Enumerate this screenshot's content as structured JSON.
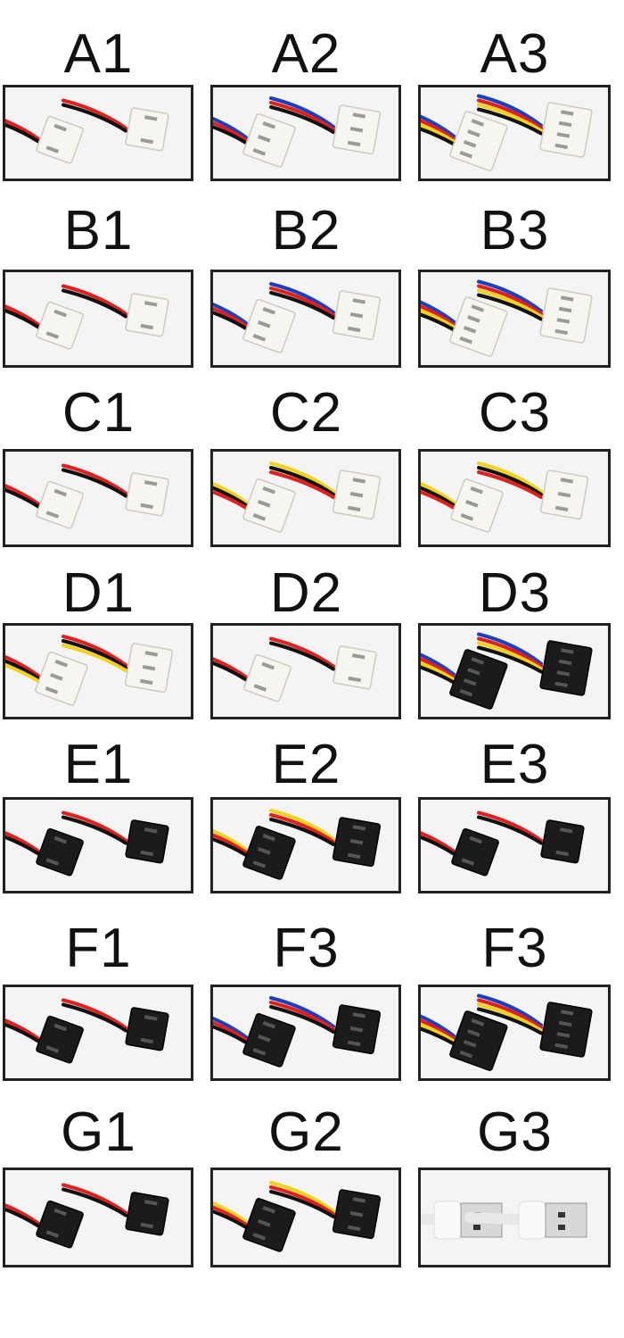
{
  "cells": [
    {
      "label": "A1",
      "wires": [
        "#e0201e",
        "#111111"
      ],
      "color": "white",
      "pins": 2
    },
    {
      "label": "A2",
      "wires": [
        "#1c3fbf",
        "#e0201e",
        "#111111"
      ],
      "color": "white",
      "pins": 3
    },
    {
      "label": "A3",
      "wires": [
        "#1c3fbf",
        "#e0201e",
        "#f2d21c",
        "#111111"
      ],
      "color": "white",
      "pins": 4
    },
    {
      "label": "B1",
      "wires": [
        "#e0201e",
        "#111111"
      ],
      "color": "white",
      "pins": 2
    },
    {
      "label": "B2",
      "wires": [
        "#1c3fbf",
        "#e0201e",
        "#111111"
      ],
      "color": "white",
      "pins": 3
    },
    {
      "label": "B3",
      "wires": [
        "#1c3fbf",
        "#e0201e",
        "#f2d21c",
        "#111111"
      ],
      "color": "white",
      "pins": 4
    },
    {
      "label": "C1",
      "wires": [
        "#e0201e",
        "#111111"
      ],
      "color": "white",
      "pins": 2
    },
    {
      "label": "C2",
      "wires": [
        "#f2d21c",
        "#111111",
        "#e0201e"
      ],
      "color": "white",
      "pins": 3
    },
    {
      "label": "C3",
      "wires": [
        "#f2d21c",
        "#111111",
        "#e0201e"
      ],
      "color": "white",
      "pins": 3
    },
    {
      "label": "D1",
      "wires": [
        "#e0201e",
        "#111111",
        "#f2d21c"
      ],
      "color": "white",
      "pins": 3
    },
    {
      "label": "D2",
      "wires": [
        "#e0201e",
        "#111111"
      ],
      "color": "white",
      "pins": 2
    },
    {
      "label": "D3",
      "wires": [
        "#1c3fbf",
        "#e0201e",
        "#f2d21c",
        "#111111"
      ],
      "color": "black",
      "pins": 4
    },
    {
      "label": "E1",
      "wires": [
        "#e0201e",
        "#111111"
      ],
      "color": "black",
      "pins": 2
    },
    {
      "label": "E2",
      "wires": [
        "#f2d21c",
        "#e0201e",
        "#111111"
      ],
      "color": "black",
      "pins": 3
    },
    {
      "label": "E3",
      "wires": [
        "#e0201e",
        "#111111"
      ],
      "color": "black",
      "pins": 2
    },
    {
      "label": "F1",
      "wires": [
        "#e0201e",
        "#111111"
      ],
      "color": "black",
      "pins": 2
    },
    {
      "label": "F3",
      "wires": [
        "#1c3fbf",
        "#e0201e",
        "#111111"
      ],
      "color": "black",
      "pins": 3
    },
    {
      "label": "F3",
      "wires": [
        "#1c3fbf",
        "#e0201e",
        "#f2d21c",
        "#111111"
      ],
      "color": "black",
      "pins": 4
    },
    {
      "label": "G1",
      "wires": [
        "#e0201e",
        "#111111"
      ],
      "color": "black",
      "pins": 2
    },
    {
      "label": "G2",
      "wires": [
        "#f2d21c",
        "#e0201e",
        "#111111"
      ],
      "color": "black",
      "pins": 3
    },
    {
      "label": "G3",
      "wires": [],
      "color": "usb",
      "pins": 0
    }
  ]
}
